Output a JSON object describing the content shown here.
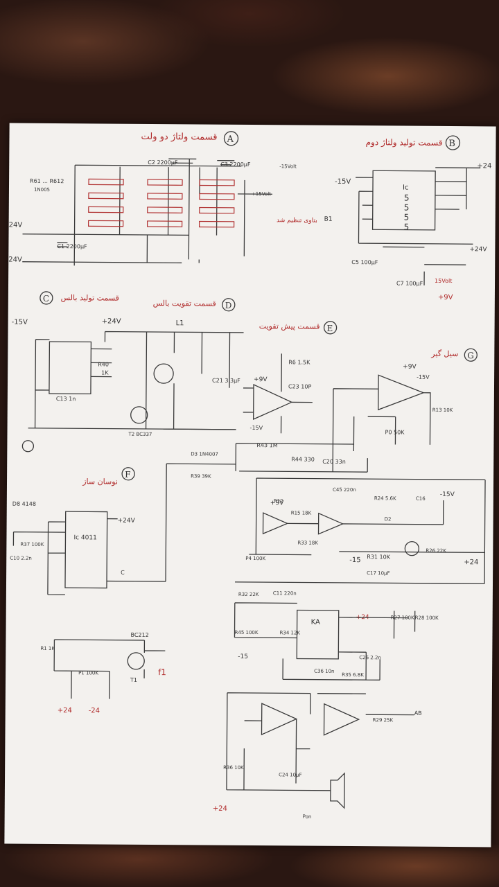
{
  "sections": {
    "A": {
      "letter": "A",
      "title": "قسمت ولتاژ دو ولت"
    },
    "B": {
      "letter": "B",
      "title": "قسمت تولید ولتاژ دوم"
    },
    "C": {
      "letter": "C",
      "title": "قسمت تولید بالس"
    },
    "D": {
      "letter": "D",
      "title": "قسمت تقویت بالس"
    },
    "E": {
      "letter": "E",
      "title": "قسمت پیش تقویت"
    },
    "F": {
      "letter": "F",
      "title": "نوسان ساز"
    },
    "G": {
      "letter": "G",
      "title": "سیل گیر"
    }
  },
  "labels": {
    "c2": "C2 2200µF",
    "c3": "C3 2200µF",
    "c1": "C1 2200µF",
    "r61": "R61 ... R612",
    "r61sub": "1N005",
    "plus24_left": "24V",
    "minus24_left": "24V",
    "out_plus15": "+15Volt",
    "out_minus15": "-15Volt",
    "b1": "B1",
    "b1_text": "بتاوی تنظیم شد",
    "ic555_a": "Ic",
    "ic555_digits": [
      "5",
      "5",
      "5",
      "5"
    ],
    "plus24_b": "+24",
    "minus15_b": "-15V",
    "plus24v_b2": "+24V",
    "c5": "C5 100µF",
    "c7": "C7 100µF",
    "out15v": "15Volt",
    "plus9": "+9V",
    "minus15_c": "-15V",
    "plus24_c": "+24V",
    "l1": "L1",
    "r40": "R40",
    "r40v": "1K",
    "t2": "T2 BC337",
    "c13": "C13 1n",
    "plus9_e": "+9V",
    "minus15_e": "-15V",
    "r6": "R6 1.5K",
    "c23": "C23 10P",
    "c21": "C21 3.3µF",
    "r43": "R43 1M",
    "r44": "R44 330",
    "c20": "C20 33n",
    "plus9_g": "+9V",
    "minus15_g": "-15V",
    "r13": "R13 10K",
    "p0": "P0 50K",
    "d3": "D3 1N4007",
    "r39": "R39 39K",
    "d8": "D8 4148",
    "ic4011": "Ic 4011",
    "plus24_f": "+24V",
    "c10": "C10 2.2n",
    "r37": "R37 100K",
    "c_out": "C",
    "plus9_mid": "+9V",
    "c45": "C45 220n",
    "r24": "R24 5.6K",
    "minus15_mid": "-15V",
    "c16": "C16",
    "r12": "R12",
    "r15": "R15 18K",
    "r33": "R33 18K",
    "p4": "P4 100K",
    "d2": "D2",
    "r31": "R31 10K",
    "r26": "R26 22K",
    "minus15_row": "-15",
    "plus24_row": "+24",
    "c17": "C17 10µF",
    "r32": "R32 22K",
    "c11": "C11 220n",
    "r45": "R45 100K",
    "r34": "R34 12K",
    "ka": "KA",
    "plus24_ka": "+24",
    "r27": "R27 100K",
    "r28": "R28 100K",
    "minus15_ka": "-15",
    "c36": "C36 10n",
    "r35": "R35 6.8K",
    "c26": "C26 2.2n",
    "bc212": "BC212",
    "r1": "R1 1K",
    "p1": "P1 100K",
    "t1": "T1",
    "f1": "f1",
    "plus24_bottom": "+24",
    "minus24_bottom": "-24",
    "ab": "AB",
    "r29": "R29 25K",
    "r36": "R36 10K",
    "c24": "C24 10µF",
    "plus24_spk": "+24",
    "spk": "Pon"
  }
}
